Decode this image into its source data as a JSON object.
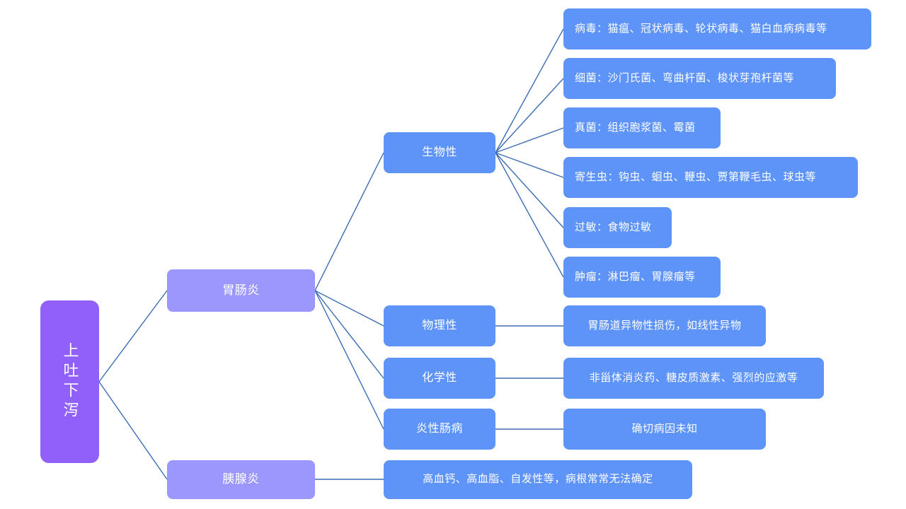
{
  "diagram": {
    "title": "上吐下泻病因思维导图",
    "type": "mind-map",
    "colors": {
      "root": "#9160fb",
      "level1": "#9c97fd",
      "level2": "#5e94f8",
      "level3": "#5e94f8",
      "edge": "#3c6cb4",
      "background": "#ffffff",
      "text": "#ffffff"
    }
  },
  "root": {
    "label": "上吐下泻"
  },
  "branches": [
    {
      "label": "胃肠炎",
      "children": [
        {
          "label": "生物性",
          "children": [
            {
              "label": "病毒：猫瘟、冠状病毒、轮状病毒、猫白血病病毒等"
            },
            {
              "label": "细菌：沙门氏菌、弯曲杆菌、梭状芽孢杆菌等"
            },
            {
              "label": "真菌：组织胞浆菌、霉菌"
            },
            {
              "label": "寄生虫：钩虫、蛔虫、鞭虫、贾第鞭毛虫、球虫等"
            },
            {
              "label": "过敏：食物过敏"
            },
            {
              "label": "肿瘤：淋巴瘤、胃腺瘤等"
            }
          ]
        },
        {
          "label": "物理性",
          "children": [
            {
              "label": "胃肠道异物性损伤，如线性异物"
            }
          ]
        },
        {
          "label": "化学性",
          "children": [
            {
              "label": "非甾体消炎药、糖皮质激素、强烈的应激等"
            }
          ]
        },
        {
          "label": "炎性肠病",
          "children": [
            {
              "label": "确切病因未知"
            }
          ]
        }
      ]
    },
    {
      "label": "胰腺炎",
      "children": [
        {
          "label": "高血钙、高血脂、自发性等，病根常常无法确定"
        }
      ]
    }
  ]
}
